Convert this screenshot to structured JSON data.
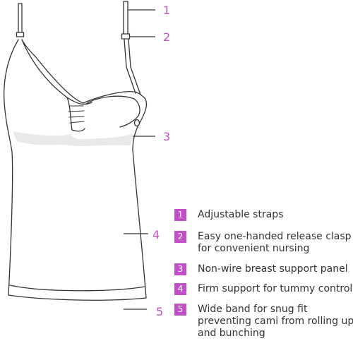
{
  "callouts": {
    "c1": "1",
    "c2": "2",
    "c3": "3",
    "c4": "4",
    "c5": "5"
  },
  "legend": [
    {
      "number": "1",
      "lines": [
        "Adjustable straps"
      ]
    },
    {
      "number": "2",
      "lines": [
        "Easy one-handed release clasp",
        "for convenient nursing"
      ]
    },
    {
      "number": "3",
      "lines": [
        "Non-wire breast support panel"
      ]
    },
    {
      "number": "4",
      "lines": [
        "Firm support for tummy control"
      ]
    },
    {
      "number": "5",
      "lines": [
        "Wide band for snug fit",
        "preventing cami from rolling up",
        "and bunching"
      ]
    }
  ],
  "colors": {
    "accent": "#c34fc8",
    "outline": "#333333",
    "panel_fill": "#e9e9e9"
  }
}
